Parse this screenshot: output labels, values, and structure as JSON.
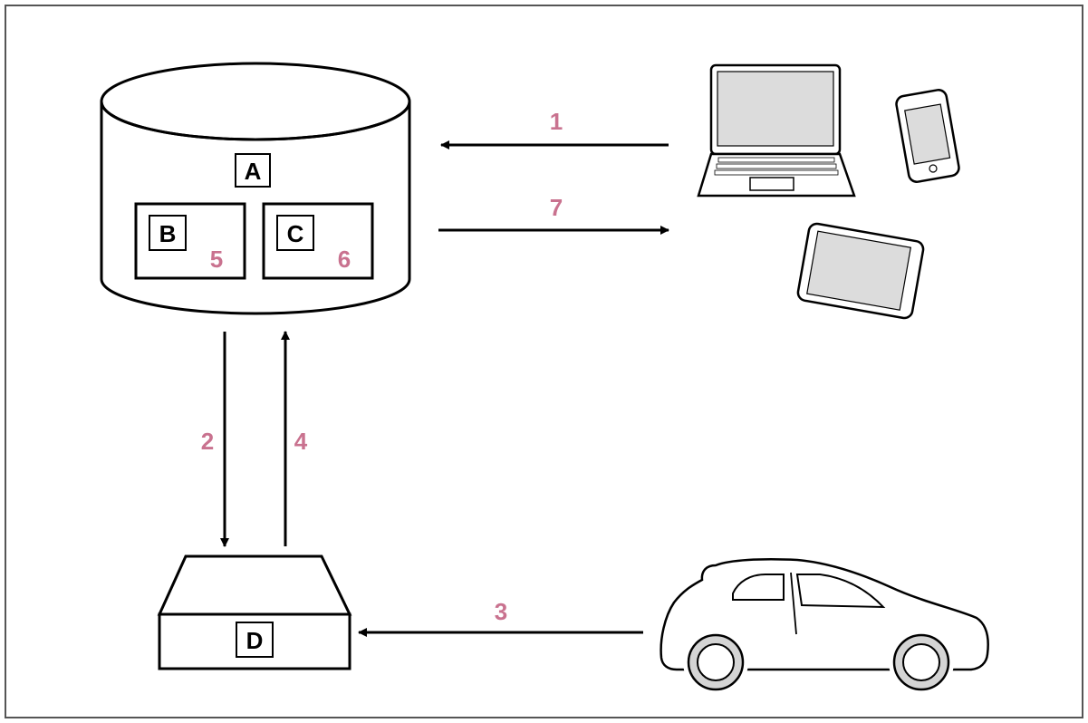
{
  "labels": {
    "a": "A",
    "b": "B",
    "c": "C",
    "d": "D"
  },
  "steps": {
    "s1": "1",
    "s2": "2",
    "s3": "3",
    "s4": "4",
    "s5": "5",
    "s6": "6",
    "s7": "7"
  },
  "colors": {
    "step": "#c9728f",
    "line": "#000000",
    "device_screen": "#dcdcdc",
    "wheel": "#d4d4d4"
  },
  "icons": [
    "laptop-icon",
    "phone-icon",
    "tablet-icon",
    "car-icon",
    "database-icon",
    "server-box-icon"
  ]
}
